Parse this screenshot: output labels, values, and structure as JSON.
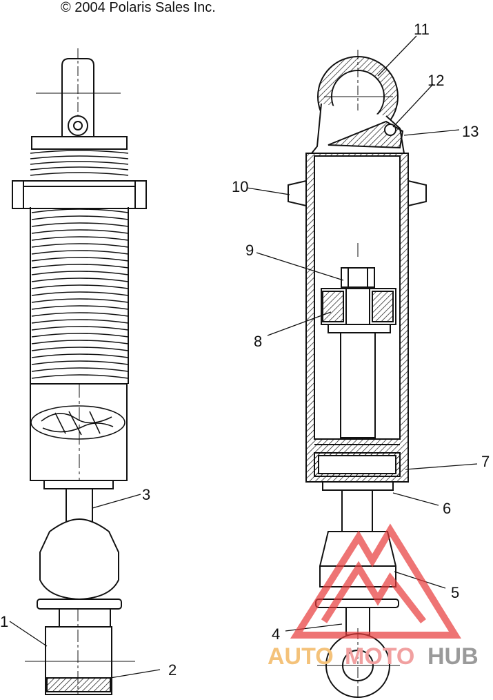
{
  "copyright": "© 2004 Polaris Sales Inc.",
  "callouts": [
    "1",
    "2",
    "3",
    "4",
    "5",
    "6",
    "7",
    "8",
    "9",
    "10",
    "11",
    "12",
    "13"
  ],
  "watermark": {
    "part1": "AUTO",
    "part2": "MOTO",
    "part3": "HUB"
  },
  "colors": {
    "line": "#111111",
    "watermark_red": "#e83a3a",
    "watermark_orange": "#f4c27a",
    "watermark_gray": "#9a9a9a"
  }
}
